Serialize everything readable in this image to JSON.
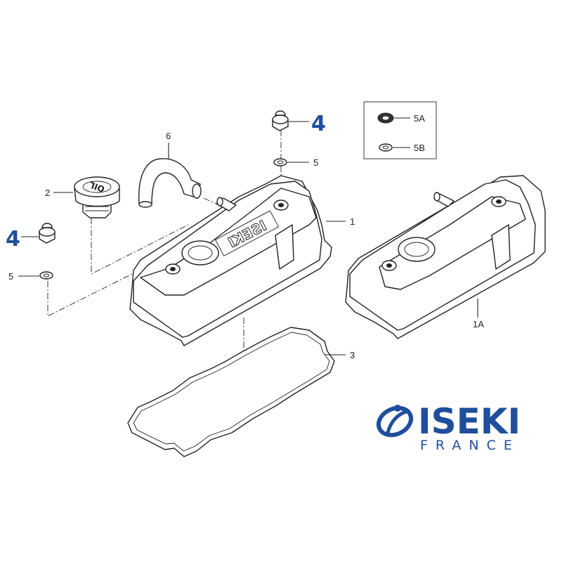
{
  "callouts": {
    "c1": "1",
    "c1a": "1A",
    "c2": "2",
    "c3": "3",
    "c4_top": "4",
    "c4_left": "4",
    "c5_top": "5",
    "c5_left": "5",
    "c5a": "5A",
    "c5b": "5B",
    "c6": "6"
  },
  "embossed": {
    "cover_text": "ISEKI",
    "cap_text": "OIL"
  },
  "logo": {
    "main": "ISEKI",
    "sub": "FRANCE"
  },
  "colors": {
    "brand": "#1f4e9c",
    "line": "#222222"
  },
  "icons": [
    "iseki-logo-swirl-icon"
  ]
}
